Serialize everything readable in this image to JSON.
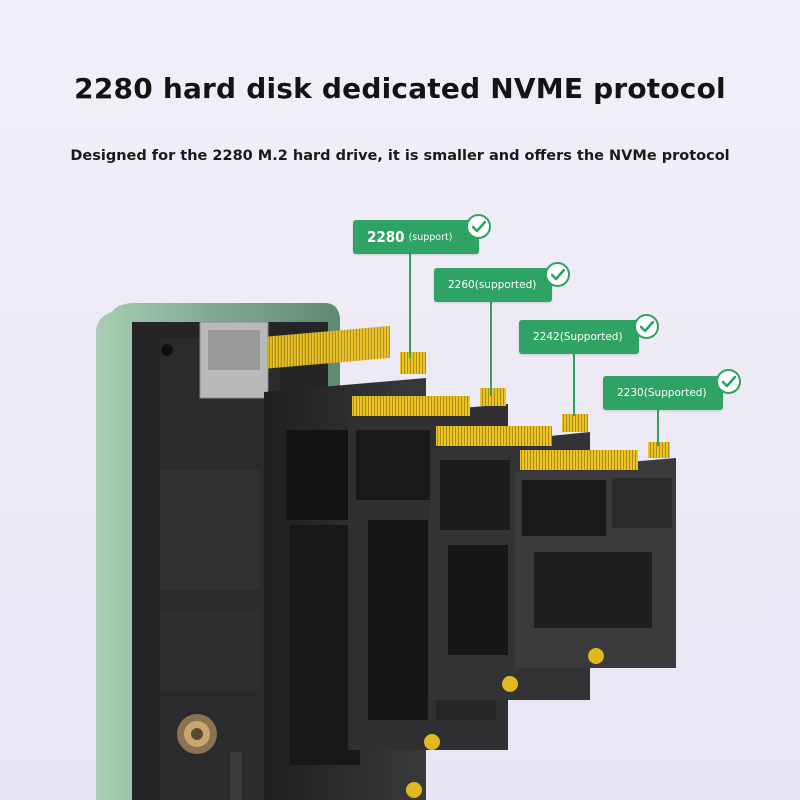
{
  "headline": "2280 hard disk dedicated NVME protocol",
  "subline": "Designed for the 2280 M.2 hard drive, it is smaller and offers the NVMe protocol",
  "labels": [
    {
      "main": "2280",
      "sub": "(support)",
      "icon": "check-circle-icon"
    },
    {
      "text": "2260(supported)",
      "icon": "check-circle-icon"
    },
    {
      "text": "2242(Supported)",
      "icon": "check-circle-icon"
    },
    {
      "text": "2230(Supported)",
      "icon": "check-circle-icon"
    }
  ],
  "colors": {
    "label_green": "#2fa363",
    "enclosure_green": "#8fb8a0",
    "pcb": "#2c2c2e",
    "gold_contacts": "#e0b820",
    "background": "#eeecf6"
  }
}
